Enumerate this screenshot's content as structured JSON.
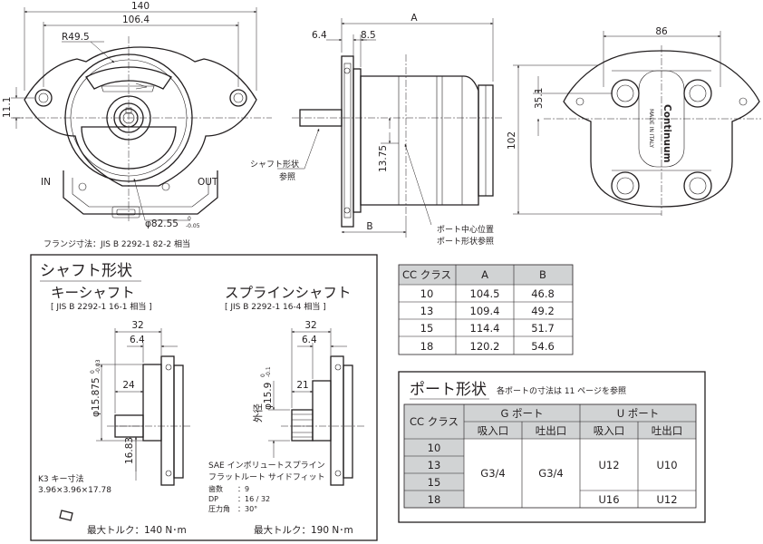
{
  "top_drawing": {
    "front_view": {
      "dim_140": "140",
      "dim_106_4": "106.4",
      "radius_label": "R49.5",
      "dim_11_1": "11.1",
      "inlet_label": "IN",
      "outlet_label": "OUT",
      "pilot_dia_label": "φ82.55",
      "pilot_tol_upper": "0",
      "pilot_tol_lower": "-0.05",
      "flange_note": "フランジ寸法：JIS B 2292-1 82-2 相当"
    },
    "side_view": {
      "dim_6_4": "6.4",
      "dim_8_5": "8.5",
      "dim_a": "A",
      "dim_b": "B",
      "dim_13_75": "13.75",
      "shaft_note_line1": "シャフト形状",
      "shaft_note_line2": "参照",
      "port_note_line1": "ポート中心位置",
      "port_note_line2": "ポート形状参照"
    },
    "rear_view": {
      "dim_86": "86",
      "dim_35_1": "35.1",
      "dim_102": "102",
      "brand_text": "Continuum",
      "brand_sub": "MADE IN ITALY"
    }
  },
  "shaft_section": {
    "title": "シャフト形状",
    "key_shaft": {
      "title": "キーシャフト",
      "standard": "[ JIS B 2292-1 16-1 相当 ]",
      "dim_32": "32",
      "dim_6_4": "6.4",
      "dim_24": "24",
      "dim_dia": "φ15.875",
      "dim_dia_tol_upper": "0",
      "dim_dia_tol_lower": "-0.03",
      "dim_16_83": "16.83",
      "key_note_line1": "K3 キー寸法",
      "key_note_line2": "3.96×3.96×17.78",
      "torque": "最大トルク：140 N･m"
    },
    "spline_shaft": {
      "title": "スプラインシャフト",
      "standard": "[ JIS B 2292-1 16-4 相当 ]",
      "dim_32": "32",
      "dim_6_4": "6.4",
      "dim_21": "21",
      "dim_dia_prefix": "外径",
      "dim_dia": "φ15.9",
      "dim_dia_tol_upper": "0",
      "dim_dia_tol_lower": "-0.1",
      "spec_line1": "SAE インボリュートスプライン",
      "spec_line2": "フラットルート サイドフィット",
      "spec_rows": [
        {
          "label": "歯数",
          "value": "：9"
        },
        {
          "label": "DP",
          "value": "：16 / 32"
        },
        {
          "label": "圧力角",
          "value": "：30°"
        }
      ],
      "torque": "最大トルク：190 N･m"
    }
  },
  "cc_table": {
    "headers": [
      "CC クラス",
      "A",
      "B"
    ],
    "rows": [
      [
        "10",
        "104.5",
        "46.8"
      ],
      [
        "13",
        "109.4",
        "49.2"
      ],
      [
        "15",
        "114.4",
        "51.7"
      ],
      [
        "18",
        "120.2",
        "54.6"
      ]
    ]
  },
  "port_section": {
    "title": "ポート形状",
    "note": "各ポートの寸法は 11 ページを参照",
    "header_cc": "CC クラス",
    "header_g": "G ポート",
    "header_u": "U ポート",
    "sub_in": "吸入口",
    "sub_out": "吐出口",
    "cc_values": [
      "10",
      "13",
      "15",
      "18"
    ],
    "g_in": "G3/4",
    "g_out": "G3/4",
    "u_in_small": "U12",
    "u_out_small": "U10",
    "u_in_large": "U16",
    "u_out_large": "U12"
  },
  "colors": {
    "header_fill": "#d1d3d4",
    "line": "#231f20",
    "port_title_accent": "#231f20"
  }
}
